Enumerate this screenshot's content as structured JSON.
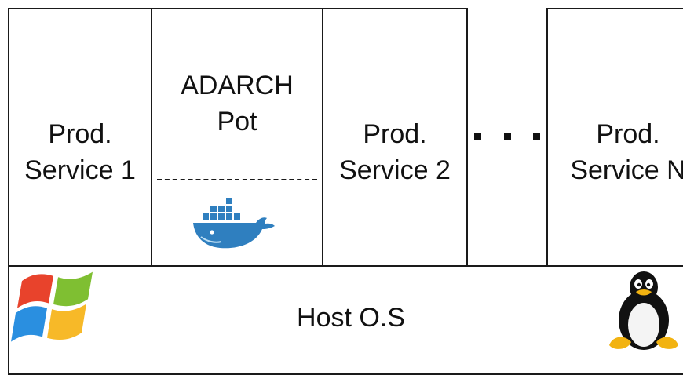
{
  "containers": [
    {
      "id": "svc1",
      "label_line1": "Prod.",
      "label_line2": "Service 1"
    },
    {
      "id": "pot",
      "label_line1": "ADARCH",
      "label_line2": "Pot"
    },
    {
      "id": "svc2",
      "label_line1": "Prod.",
      "label_line2": "Service 2"
    },
    {
      "id": "svcn",
      "label_line1": "Prod.",
      "label_line2": "Service N"
    }
  ],
  "host": {
    "label": "Host O.S"
  },
  "icons": {
    "docker": "docker-whale-icon",
    "windows": "windows-logo-icon",
    "linux": "linux-tux-icon"
  },
  "colors": {
    "docker_blue": "#2f7fbf",
    "win_red": "#e8432c",
    "win_green": "#7fbf32",
    "win_blue": "#2a8fe0",
    "win_yellow": "#f7b928",
    "tux_yellow": "#f2b311"
  }
}
